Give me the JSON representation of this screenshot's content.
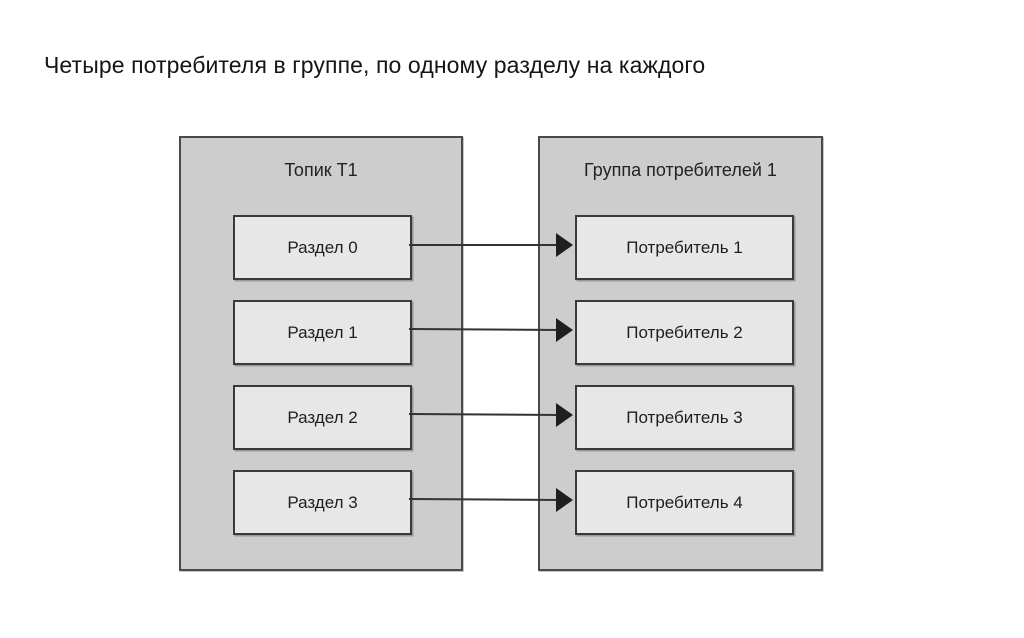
{
  "title": "Четыре потребителя в группе, по одному разделу на каждого",
  "colors": {
    "page_background": "#ffffff",
    "panel_fill": "#cdcdcd",
    "panel_border": "#4a4a4a",
    "node_fill": "#e7e7e7",
    "node_border": "#3a3a3a",
    "arrow": "#333333",
    "text": "#1e1e1e"
  },
  "topic_panel": {
    "header": "Топик T1",
    "partitions": [
      {
        "label": "Раздел 0"
      },
      {
        "label": "Раздел 1"
      },
      {
        "label": "Раздел 2"
      },
      {
        "label": "Раздел 3"
      }
    ]
  },
  "group_panel": {
    "header": "Группа потребителей 1",
    "consumers": [
      {
        "label": "Потребитель 1"
      },
      {
        "label": "Потребитель 2"
      },
      {
        "label": "Потребитель 3"
      },
      {
        "label": "Потребитель 4"
      }
    ]
  },
  "connections": [
    {
      "from": "Раздел 0",
      "to": "Потребитель 1"
    },
    {
      "from": "Раздел 1",
      "to": "Потребитель 2"
    },
    {
      "from": "Раздел 2",
      "to": "Потребитель 3"
    },
    {
      "from": "Раздел 3",
      "to": "Потребитель 4"
    }
  ]
}
